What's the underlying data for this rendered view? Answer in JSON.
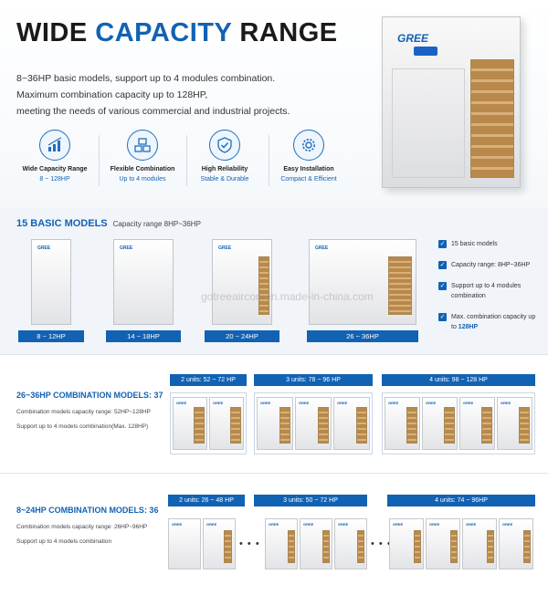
{
  "header": {
    "title_part1": "WIDE ",
    "title_part2": "CAPACITY",
    "title_part3": " RANGE",
    "intro_lines": [
      "8~36HP basic models, support up to 4 modules combination.",
      "Maximum combination capacity up to 128HP,",
      "meeting the needs of various commercial and industrial projects."
    ],
    "brand": "GREE"
  },
  "features": [
    {
      "icon": "chart-icon",
      "title": "Wide Capacity Range",
      "sub": "8 ~ 128HP"
    },
    {
      "icon": "modules-icon",
      "title": "Flexible Combination",
      "sub": "Up to 4 modules"
    },
    {
      "icon": "shield-icon",
      "title": "High Reliability",
      "sub": "Stable & Durable"
    },
    {
      "icon": "gear-icon",
      "title": "Easy Installation",
      "sub": "Compact & Efficient"
    }
  ],
  "basic": {
    "title": "15 BASIC MODELS",
    "subtitle": "Capacity range 8HP~36HP",
    "ranges": [
      "8 ~ 12HP",
      "14 ~ 18HP",
      "20 ~ 24HP",
      "26 ~ 36HP"
    ],
    "checks": [
      {
        "text": "15 basic models",
        "hl": ""
      },
      {
        "text": "Capacity range: 8HP~36HP",
        "hl": ""
      },
      {
        "text": "Support up to 4 modules combination",
        "hl": ""
      },
      {
        "text": "Max. combination capacity up to ",
        "hl": "128HP"
      }
    ],
    "watermark": "gotreeaircon.en.made-in-china.com"
  },
  "combo1": {
    "title": "26~36HP COMBINATION MODELS: 37",
    "desc1": "Combination models capacity range: 52HP~128HP",
    "desc2": "Support up to 4 models combination(Max. 128HP)",
    "groups": [
      "2 units: 52 ~ 72 HP",
      "3 units: 78 ~ 96 HP",
      "4 units: 98 ~ 128 HP"
    ]
  },
  "combo2": {
    "title": "8~24HP COMBINATION MODELS: 36",
    "desc1": "Combination models capacity range: 26HP~96HP",
    "desc2": "Support up to 4 models combination",
    "groups": [
      "2 units: 26 ~ 48 HP",
      "3 units: 50 ~ 72 HP",
      "4 units: 74 ~ 96HP"
    ],
    "ellipsis": "• • •"
  }
}
